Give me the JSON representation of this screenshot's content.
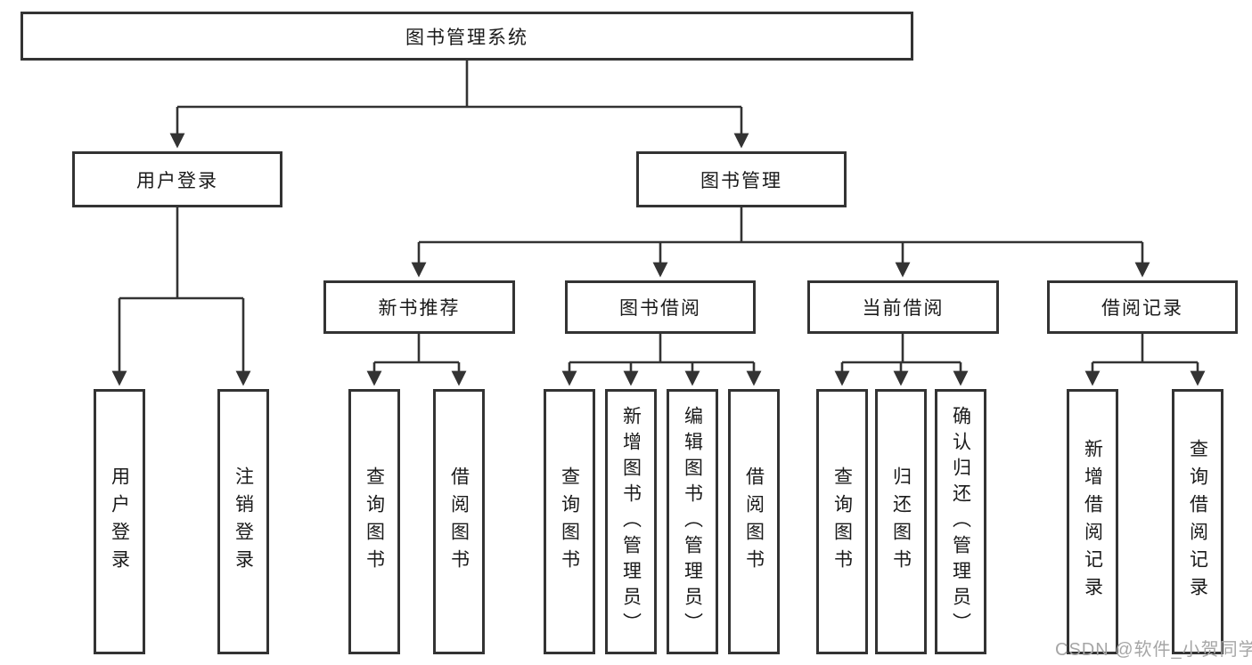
{
  "colors": {
    "line": "#333333",
    "text": "#1a1a1a",
    "watermark": "#a6a6a6",
    "background": "#ffffff"
  },
  "tree": {
    "root": {
      "label": "图书管理系统"
    },
    "children": [
      {
        "label": "用户登录",
        "children": [
          {
            "label": "用户登录"
          },
          {
            "label": "注销登录"
          }
        ]
      },
      {
        "label": "图书管理",
        "children": [
          {
            "label": "新书推荐",
            "children": [
              {
                "label": "查询图书"
              },
              {
                "label": "借阅图书"
              }
            ]
          },
          {
            "label": "图书借阅",
            "children": [
              {
                "label": "查询图书"
              },
              {
                "label": "新增图书（管理员）"
              },
              {
                "label": "编辑图书（管理员）"
              },
              {
                "label": "借阅图书"
              }
            ]
          },
          {
            "label": "当前借阅",
            "children": [
              {
                "label": "查询图书"
              },
              {
                "label": "归还图书"
              },
              {
                "label": "确认归还（管理员）"
              }
            ]
          },
          {
            "label": "借阅记录",
            "children": [
              {
                "label": "新增借阅记录"
              },
              {
                "label": "查询借阅记录"
              }
            ]
          }
        ]
      }
    ]
  },
  "watermark": {
    "text": "CSDN @软件_小贺同学"
  }
}
